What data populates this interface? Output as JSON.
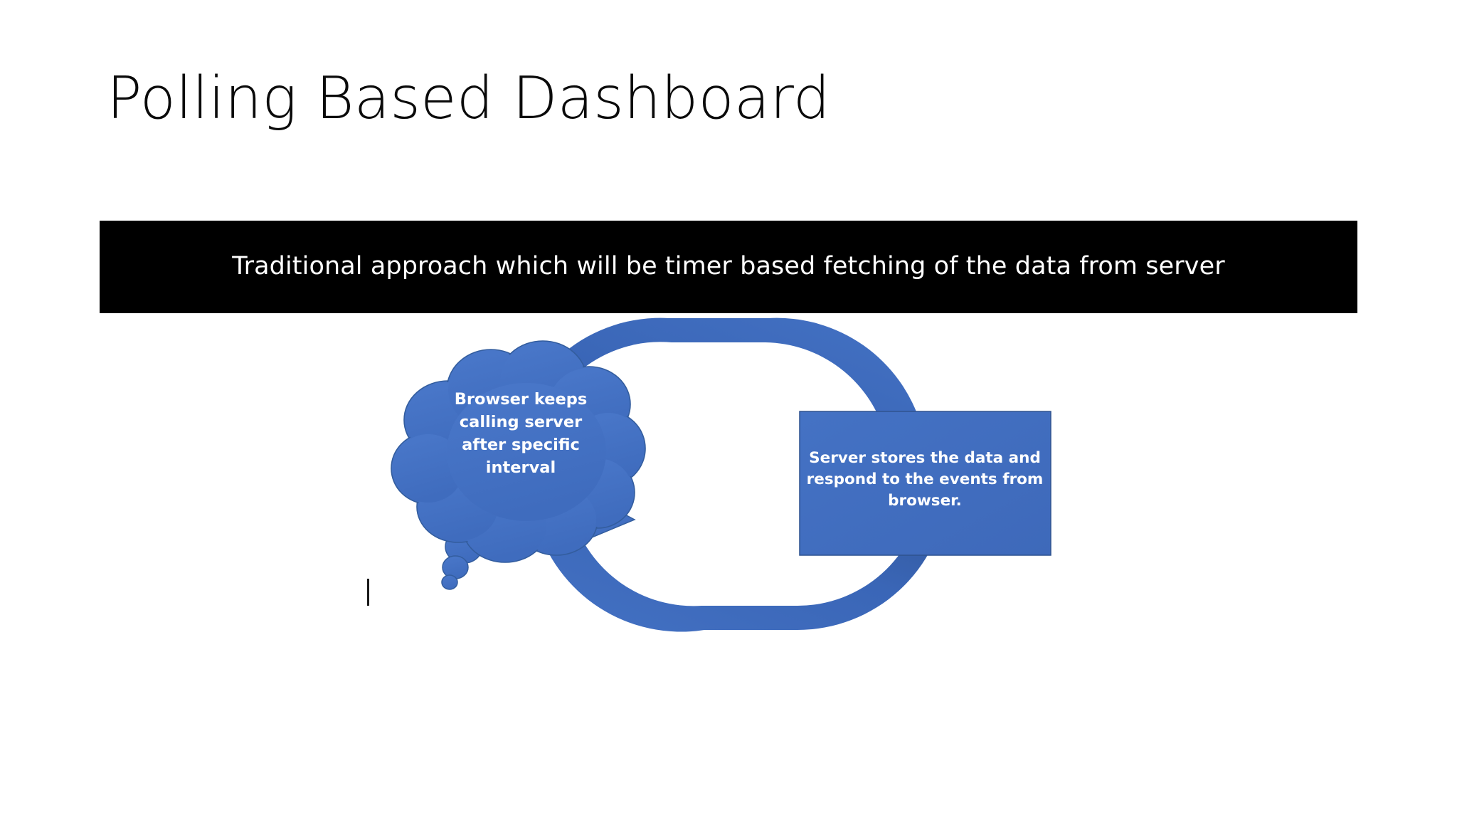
{
  "slide": {
    "title": "Polling Based Dashboard",
    "background_color": "#FFFFFF"
  },
  "banner": {
    "text": "Traditional approach which will be timer based fetching of the data from server",
    "background_color": "#000000",
    "text_color": "#FFFFFF"
  },
  "diagram": {
    "accent_color": "#4472C4",
    "arrow_color": "#3A66B7",
    "cloud": {
      "shape": "thought-bubble",
      "lines": [
        "Browser keeps",
        "calling server",
        "after specific",
        "interval"
      ]
    },
    "server": {
      "shape": "rectangle",
      "lines": [
        "Server stores the data and",
        "respond to the events from",
        "browser."
      ]
    },
    "arrows": [
      {
        "name": "browser-to-server-arrow",
        "direction": "clockwise-top",
        "from": "cloud",
        "to": "server"
      },
      {
        "name": "server-to-browser-arrow",
        "direction": "clockwise-bottom",
        "from": "server",
        "to": "cloud"
      }
    ]
  },
  "caret": {
    "visible": true,
    "color": "#1A1A1A"
  }
}
